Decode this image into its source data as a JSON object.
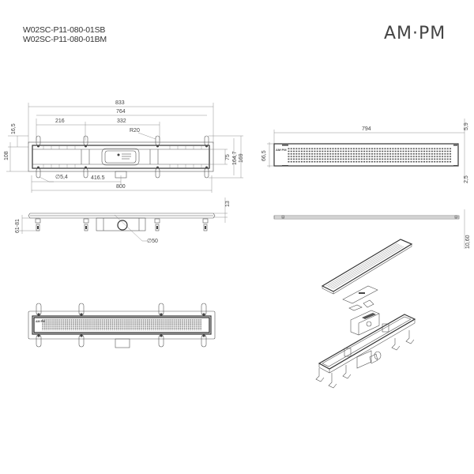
{
  "header": {
    "model_codes": [
      "W02SC-P11-080-01SB",
      "W02SC-P11-080-01BM"
    ],
    "brand_logo": "AM·PM"
  },
  "top_view": {
    "dimensions": {
      "overall_length": "833",
      "inner_length": "764",
      "left_offset": "216",
      "middle_span": "332",
      "radius": "R20",
      "hole_diameter": "∅5,4",
      "outlet_position": "416.5",
      "body_length": "800",
      "top_offset": "16,5",
      "body_width": "108",
      "channel_width": "75",
      "leg_span": "164,7",
      "total_width": "169"
    }
  },
  "grate_top_view": {
    "dimensions": {
      "grate_length": "794",
      "grate_width": "66,5",
      "top_gap": "5,9",
      "bottom_gap": "2,5"
    }
  },
  "side_view": {
    "dimensions": {
      "height_range": "61-81",
      "flange_height": "13",
      "outlet_diameter": "∅50"
    }
  },
  "grate_side_view": {
    "dimensions": {
      "grate_thickness": "10,60"
    }
  },
  "assembled_view": {},
  "exploded_view": {}
}
